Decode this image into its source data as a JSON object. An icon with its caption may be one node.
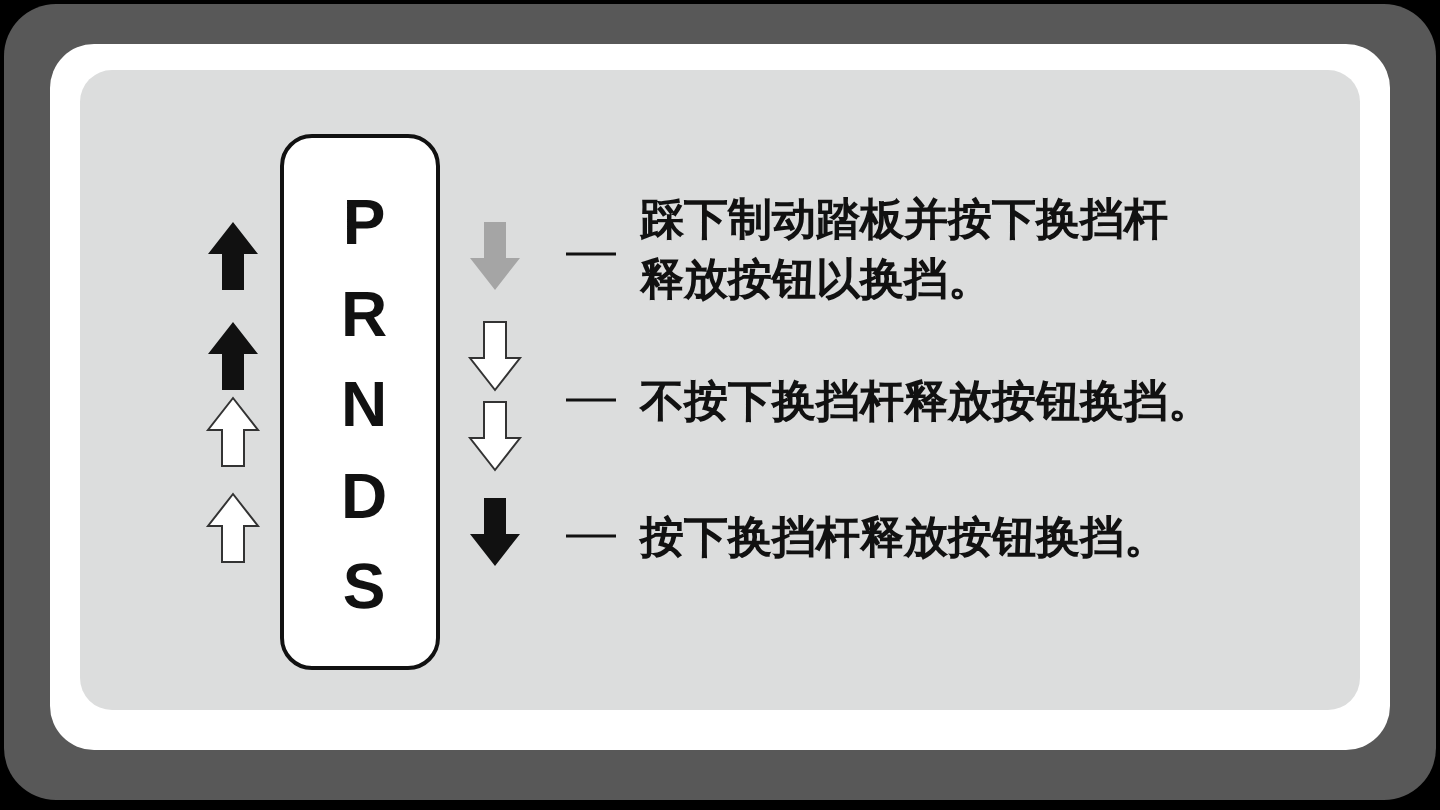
{
  "diagram": {
    "nodes": [
      {
        "text": [
          "P R N D S"
        ]
      },
      {
        "text": [
          "踩下制动踏板并按下换挡杆释放按钮以换挡。"
        ]
      },
      {
        "text": [
          "不按下换挡杆释放按钮换挡。"
        ]
      },
      {
        "text": [
          "按下换挡杆释放按钮换挡。"
        ]
      }
    ],
    "edges": [
      {
        "from": 1,
        "to": null,
        "arrow": "none"
      },
      {
        "from": 2,
        "to": null,
        "arrow": "none"
      },
      {
        "from": 3,
        "to": null,
        "arrow": "none"
      }
    ]
  }
}
